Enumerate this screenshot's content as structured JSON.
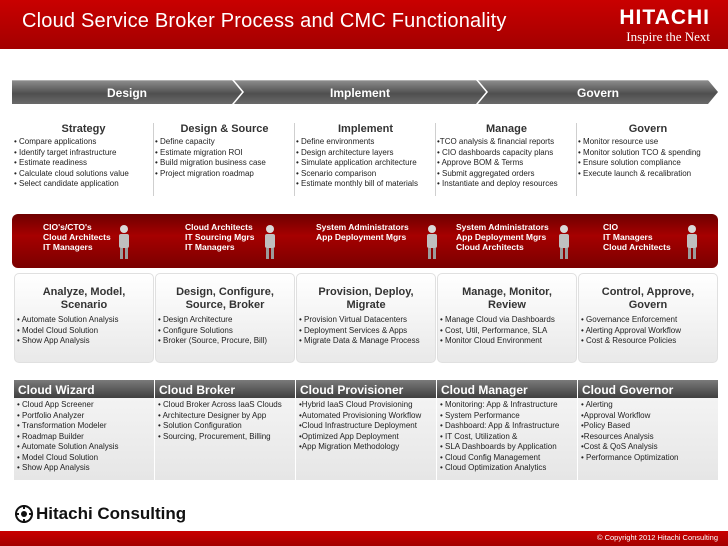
{
  "header": {
    "title": "Cloud Service Broker Process and CMC Functionality",
    "logo_word": "HITACHI",
    "logo_tagline": "Inspire the Next"
  },
  "phases": [
    "Design",
    "Implement",
    "Govern"
  ],
  "strategy_row": [
    {
      "title": "Strategy",
      "items": [
        "• Compare applications",
        "• Identify target infrastructure",
        "• Estimate readiness",
        "• Calculate cloud solutions value",
        "• Select candidate application"
      ]
    },
    {
      "title": "Design & Source",
      "items": [
        "• Define capacity",
        "• Estimate migration ROI",
        "• Build migration business case",
        "• Project migration roadmap"
      ]
    },
    {
      "title": "Implement",
      "items": [
        "• Define environments",
        "• Design architecture layers",
        "• Simulate application architecture",
        "• Scenario comparison",
        "• Estimate monthly bill of materials"
      ]
    },
    {
      "title": "Manage",
      "items": [
        "•TCO analysis & financial reports",
        "• CIO dashboards capacity plans",
        "• Approve BOM & Terms",
        "• Submit aggregated orders",
        "• Instantiate and deploy resources"
      ]
    },
    {
      "title": "Govern",
      "items": [
        "• Monitor resource use",
        "• Monitor solution TCO & spending",
        "• Ensure solution compliance",
        "• Execute launch & recalibration"
      ]
    }
  ],
  "roles": [
    [
      "CIO's/CTO's",
      "Cloud Architects",
      "IT Managers"
    ],
    [
      "Cloud Architects",
      "IT Sourcing Mgrs",
      "IT Managers"
    ],
    [
      "System Administrators",
      "App Deployment Mgrs"
    ],
    [
      "System Administrators",
      "App Deployment Mgrs",
      "Cloud Architects"
    ],
    [
      "CIO",
      "IT Managers",
      "Cloud Architects"
    ]
  ],
  "process_row": [
    {
      "title": [
        "Analyze, Model,",
        "Scenario"
      ],
      "items": [
        "• Automate Solution Analysis",
        "• Model Cloud Solution",
        "• Show App Analysis"
      ]
    },
    {
      "title": [
        "Design, Configure,",
        "Source, Broker"
      ],
      "items": [
        "• Design Architecture",
        "• Configure Solutions",
        "• Broker (Source, Procure, Bill)"
      ]
    },
    {
      "title": [
        "Provision, Deploy,",
        "Migrate"
      ],
      "items": [
        "• Provision Virtual Datacenters",
        "• Deployment Services & Apps",
        "• Migrate Data & Manage Process"
      ]
    },
    {
      "title": [
        "Manage, Monitor,",
        "Review"
      ],
      "items": [
        "• Manage Cloud via Dashboards",
        "• Cost, Util, Performance,  SLA",
        "• Monitor Cloud Environment"
      ]
    },
    {
      "title": [
        "Control, Approve,",
        "Govern"
      ],
      "items": [
        "• Governance Enforcement",
        "• Alerting Approval Workflow",
        "• Cost & Resource Policies"
      ]
    }
  ],
  "products_row": [
    {
      "title": "Cloud Wizard",
      "items": [
        "• Cloud App Screener",
        "• Portfolio Analyzer",
        "• Transformation Modeler",
        "• Roadmap Builder",
        "• Automate Solution Analysis",
        "• Model Cloud Solution",
        "• Show App Analysis"
      ]
    },
    {
      "title": "Cloud Broker",
      "items": [
        "• Cloud Broker Across IaaS Clouds",
        "• Architecture Designer by App",
        "• Solution Configuration",
        "• Sourcing, Procurement, Billing"
      ]
    },
    {
      "title": "Cloud Provisioner",
      "items": [
        "•Hybrid IaaS Cloud Provisioning",
        "•Automated Provisioning Workflow",
        "•Cloud Infrastructure Deployment",
        "•Optimized App Deployment",
        "•App Migration Methodology"
      ]
    },
    {
      "title": "Cloud Manager",
      "items": [
        "• Monitoring: App & Infrastructure",
        "• System Performance",
        "• Dashboard: App & Infrastructure",
        "• IT Cost, Utilization &",
        "• SLA Dashboards by Application",
        "• Cloud Config Management",
        "• Cloud Optimization Analytics"
      ]
    },
    {
      "title": "Cloud Governor",
      "items": [
        "• Alerting",
        "•Approval Workflow",
        "•Policy Based",
        "•Resources Analysis",
        "•Cost & QoS Analysis",
        "• Performance Optimization"
      ]
    }
  ],
  "footer": {
    "logo_text": "Hitachi Consulting",
    "copyright": "© Copyright 2012 Hitachi Consulting"
  },
  "colors": {
    "brand_red": "#b30000",
    "bar_gray": "#5a5a5a"
  }
}
